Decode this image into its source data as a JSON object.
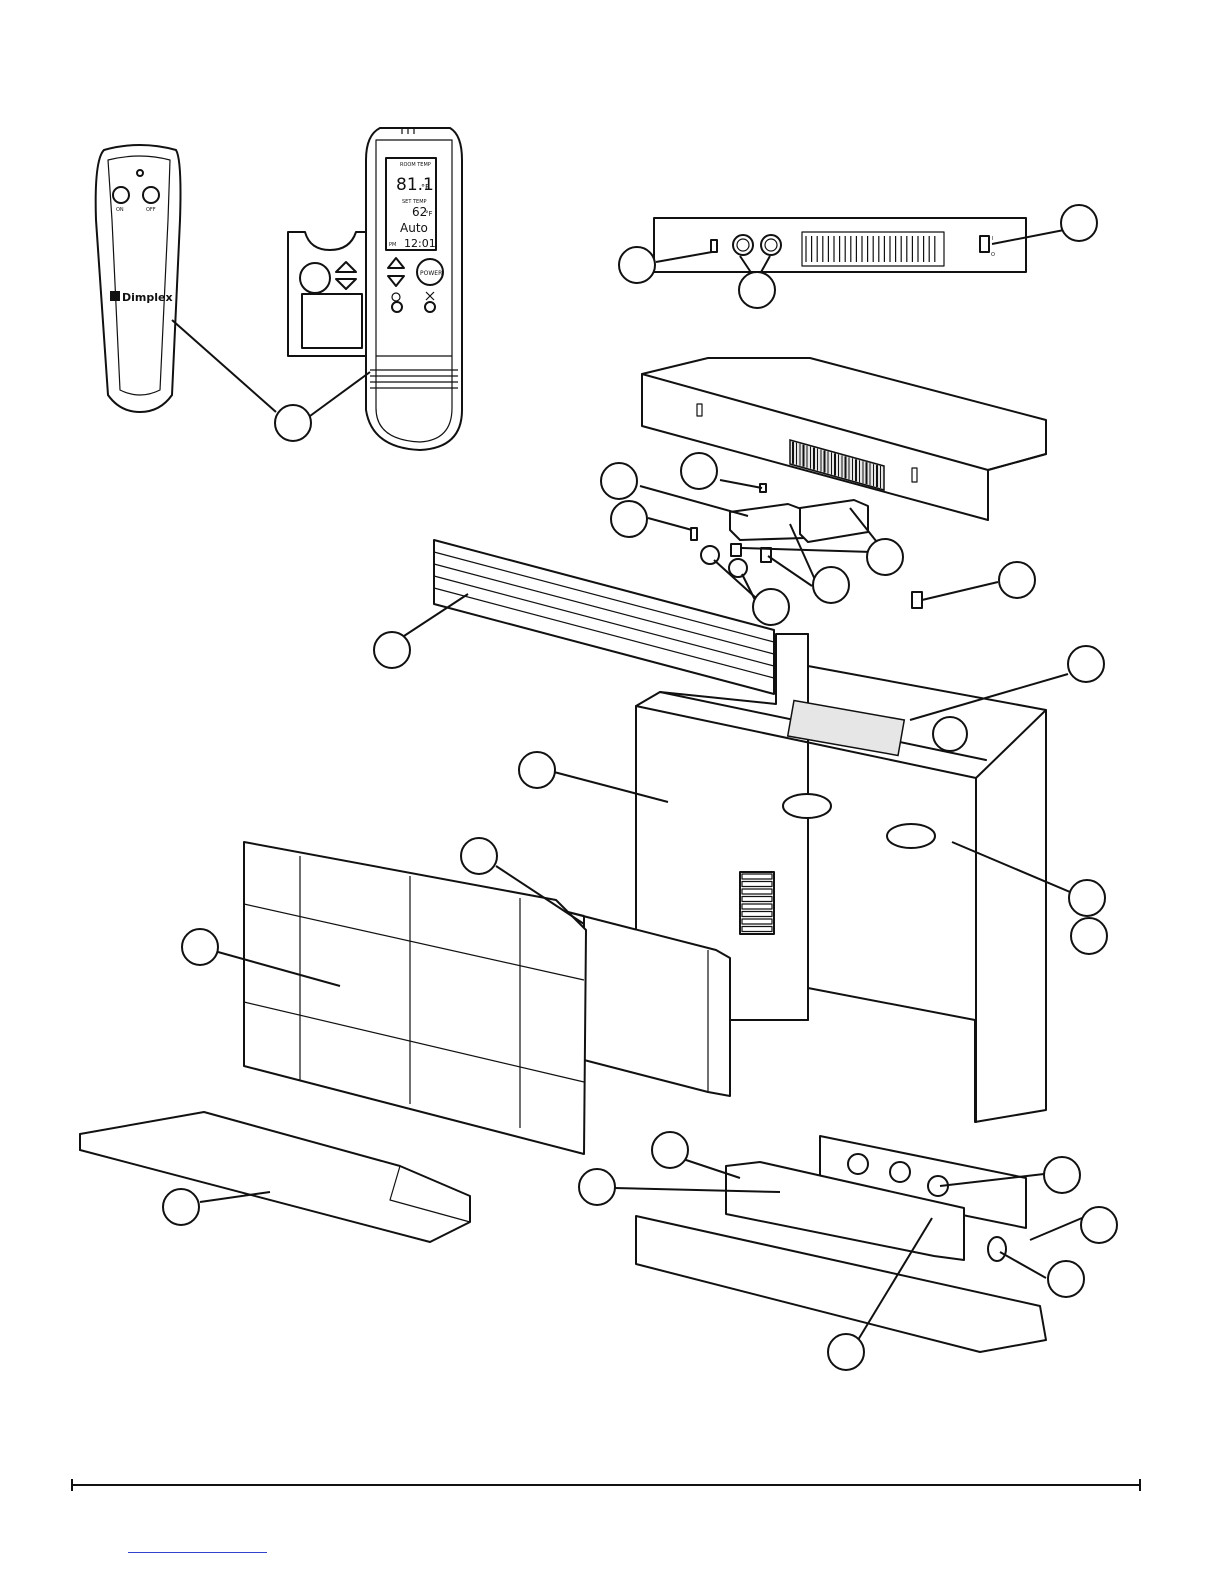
{
  "remote_simple": {
    "button_on": "ON",
    "button_off": "OFF",
    "brand": "Dimplex"
  },
  "remote_lcd": {
    "room_temp_label": "ROOM TEMP",
    "room_temp_value": "81.1",
    "room_temp_unit": "°F",
    "set_temp_label": "SET TEMP",
    "set_temp_value": "62",
    "set_temp_unit": "°F",
    "mode": "Auto",
    "time_prefix": "PM",
    "time": "12:01",
    "power_button": "POWER"
  },
  "control_panel": {
    "switch_on_symbol": "I",
    "switch_off_symbol": "O"
  },
  "callouts_count": 25
}
